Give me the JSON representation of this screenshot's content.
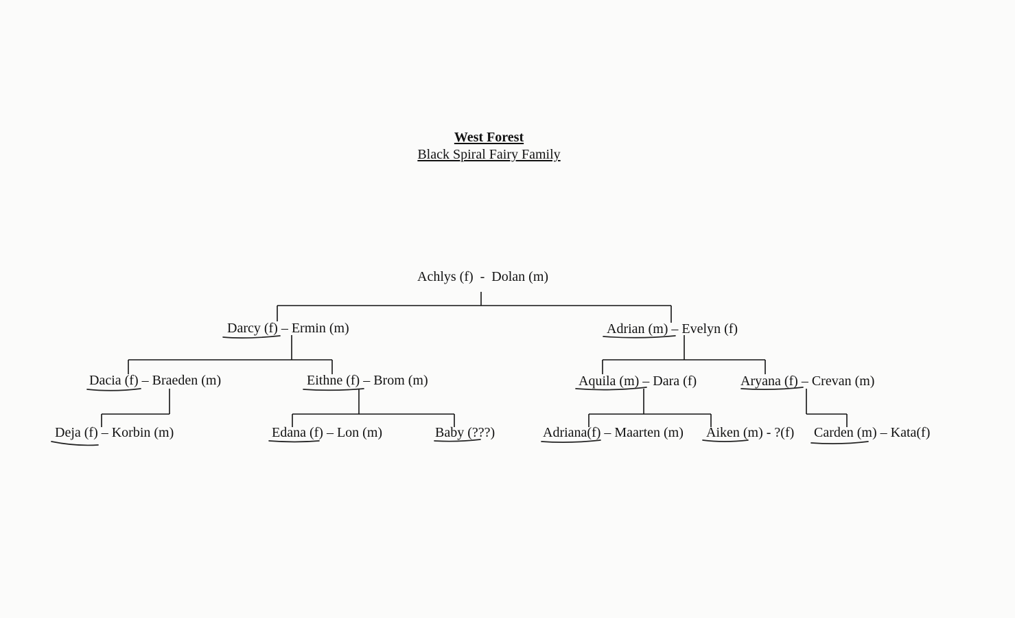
{
  "title": {
    "line1": "West Forest",
    "line2": "Black Spiral Fairy Family"
  },
  "tree": {
    "root": "Achlys (f)  -  Dolan (m)",
    "gen2": {
      "darcy": "Darcy (f) – Ermin (m)",
      "adrian": "Adrian (m) – Evelyn (f)"
    },
    "gen3": {
      "dacia": "Dacia (f) – Braeden (m)",
      "eithne": "Eithne (f) – Brom (m)",
      "aquila": "Aquila (m) – Dara (f)",
      "aryana": "Aryana (f) – Crevan (m)"
    },
    "gen4": {
      "deja": "Deja (f) – Korbin (m)",
      "edana": "Edana (f) – Lon (m)",
      "baby": "Baby (???)",
      "adriana": "Adriana(f) – Maarten (m)",
      "aiken": "Aiken (m) - ?(f)",
      "carden": "Carden (m) – Kata(f)"
    }
  }
}
